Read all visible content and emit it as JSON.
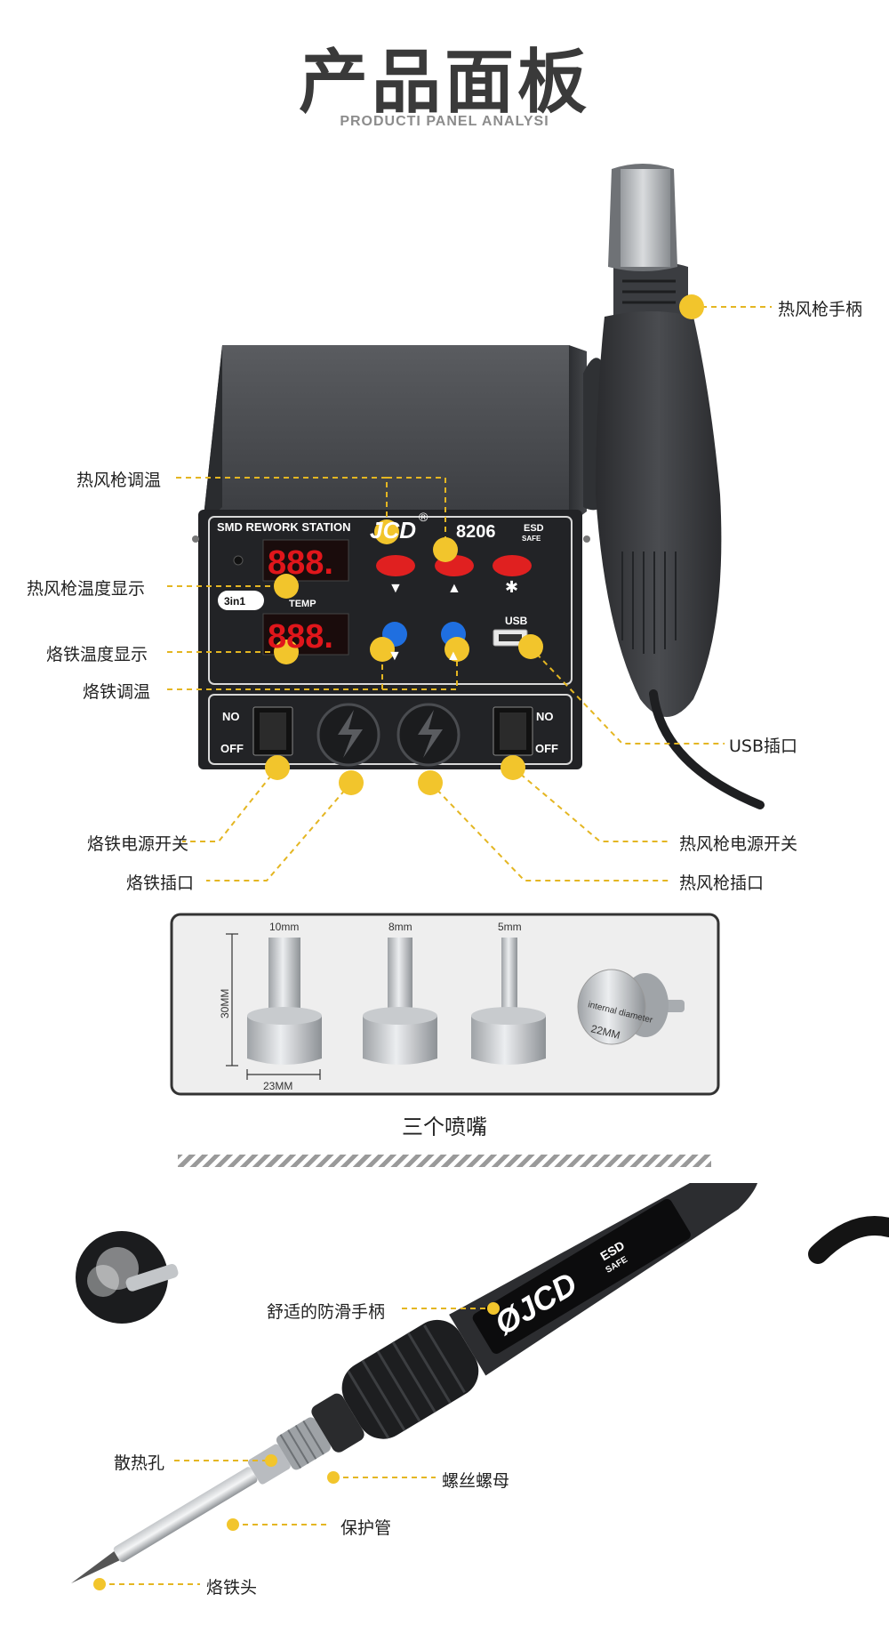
{
  "header": {
    "title": "产品面板",
    "subtitle": "PRODUCTI PANEL ANALYSI"
  },
  "station": {
    "panel_label": "SMD REWORK STATION",
    "brand": "JCD",
    "model": "8206",
    "esd_top": "ESD",
    "esd_bottom": "SAFE",
    "temp_label": "TEMP",
    "badge": "3in1",
    "display_top": "888.",
    "display_bottom": "888.",
    "usb_label": "USB",
    "switch_on_label": "NO",
    "switch_off_label": "OFF",
    "arrow_down": "▼",
    "arrow_up": "▲",
    "star": "✱"
  },
  "callouts": {
    "gun_handle": "热风枪手柄",
    "gun_temp_adjust": "热风枪调温",
    "gun_temp_display": "热风枪温度显示",
    "iron_temp_display": "烙铁温度显示",
    "iron_temp_adjust": "烙铁调温",
    "usb_port": "USB插口",
    "iron_power_switch": "烙铁电源开关",
    "gun_power_switch": "热风枪电源开关",
    "iron_socket": "烙铁插口",
    "gun_socket": "热风枪插口"
  },
  "nozzles": {
    "sizes": [
      "10mm",
      "8mm",
      "5mm"
    ],
    "height": "30MM",
    "base_width": "23MM",
    "internal_label": "internal diameter",
    "internal_size": "22MM",
    "caption": "三个喷嘴"
  },
  "iron": {
    "brand": "ØJCD",
    "esd_top": "ESD",
    "esd_bottom": "SAFE",
    "labels": {
      "grip": "舒适的防滑手柄",
      "vent": "散热孔",
      "nut": "螺丝螺母",
      "tube": "保护管",
      "tip": "烙铁头"
    }
  },
  "colors": {
    "accent": "#f2c52c",
    "display_red": "#e0161b",
    "button_red": "#e02020",
    "button_blue": "#1f6fe0",
    "body_dark": "#3a3c40"
  }
}
